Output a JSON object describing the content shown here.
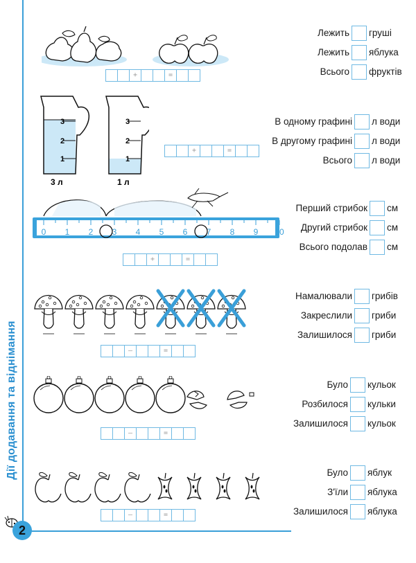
{
  "side_title": "Дії додавання та віднімання",
  "page_number": "2",
  "colors": {
    "accent": "#3a9fd8",
    "water": "#cce8f7"
  },
  "sections": [
    {
      "id": "fruits",
      "lines": [
        {
          "before": "Лежить",
          "after": "груші"
        },
        {
          "before": "Лежить",
          "after": "яблука"
        },
        {
          "before": "Всього",
          "after": "фруктів"
        }
      ],
      "equation": [
        "",
        "+",
        "",
        "="
      ]
    },
    {
      "id": "jugs",
      "jug_marks": [
        "3",
        "2",
        "1"
      ],
      "jug_labels": [
        "3 л",
        "1 л"
      ],
      "lines": [
        {
          "before": "В одному графині",
          "after": "л води"
        },
        {
          "before": "В другому графині",
          "after": "л води"
        },
        {
          "before": "Всього",
          "after": "л води"
        }
      ],
      "equation": [
        "",
        "+",
        "",
        "="
      ]
    },
    {
      "id": "ruler",
      "ruler_numbers": [
        "0",
        "1",
        "2",
        "3",
        "4",
        "5",
        "6",
        "7",
        "8",
        "9",
        "10"
      ],
      "lines": [
        {
          "before": "Перший стрибок",
          "after": "см"
        },
        {
          "before": "Другий стрибок",
          "after": "см"
        },
        {
          "before": "Всього подолав",
          "after": "см"
        }
      ],
      "equation": [
        "",
        "+",
        "",
        "="
      ]
    },
    {
      "id": "mushrooms",
      "lines": [
        {
          "before": "Намалювали",
          "after": "грибів"
        },
        {
          "before": "Закреслили",
          "after": "гриби"
        },
        {
          "before": "Залишилося",
          "after": "гриби"
        }
      ],
      "equation": [
        "",
        "–",
        "",
        "="
      ]
    },
    {
      "id": "ornaments",
      "lines": [
        {
          "before": "Було",
          "after": "кульок"
        },
        {
          "before": "Розбилося",
          "after": "кульки"
        },
        {
          "before": "Залишилося",
          "after": "кульок"
        }
      ],
      "equation": [
        "",
        "–",
        "",
        "="
      ]
    },
    {
      "id": "apples",
      "lines": [
        {
          "before": "Було",
          "after": "яблук"
        },
        {
          "before": "З'їли",
          "after": "яблука"
        },
        {
          "before": "Залишилося",
          "after": "яблука"
        }
      ],
      "equation": [
        "",
        "–",
        "",
        "="
      ]
    }
  ]
}
